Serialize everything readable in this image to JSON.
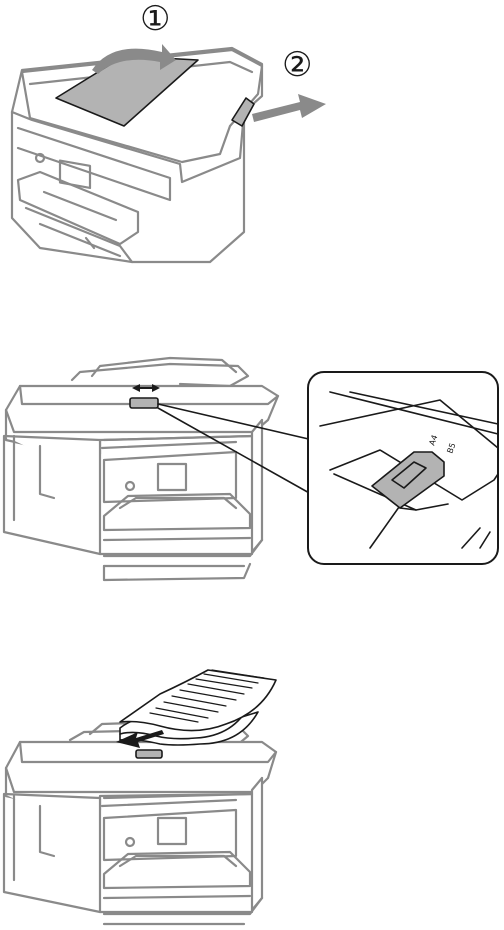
{
  "panel1": {
    "step1_label": "①",
    "step2_label": "②"
  },
  "panel2": {
    "scale_marks": [
      "A4",
      "B5"
    ]
  },
  "panel3": {},
  "colors": {
    "outline": "#8a8a8a",
    "highlight": "#b3b3b3",
    "ink": "#1a1a1a"
  }
}
